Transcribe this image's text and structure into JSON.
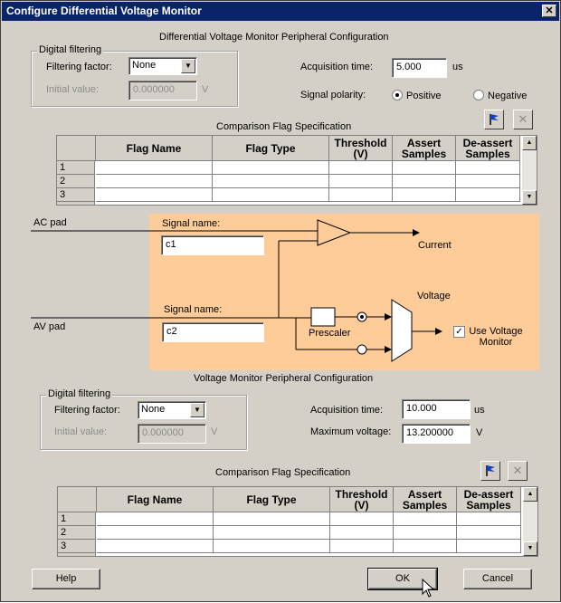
{
  "window": {
    "title": "Configure Differential Voltage Monitor",
    "close": "✕"
  },
  "dvm": {
    "heading": "Differential Voltage Monitor Peripheral Configuration",
    "digital_filtering": {
      "legend": "Digital filtering",
      "factor_label": "Filtering factor:",
      "factor_value": "None",
      "initial_label": "Initial value:",
      "initial_value": "0.000000",
      "initial_unit": "V"
    },
    "acq_label": "Acquisition  time:",
    "acq_value": "5.000",
    "acq_unit": "us",
    "polarity_label": "Signal polarity:",
    "polarity_positive": "Positive",
    "polarity_negative": "Negative",
    "flag_heading": "Comparison Flag Specification",
    "columns": [
      "Flag Name",
      "Flag Type",
      "Threshold (V)",
      "Assert Samples",
      "De-assert Samples"
    ],
    "rows": [
      "1",
      "2",
      "3"
    ]
  },
  "diagram": {
    "ac_pad": "AC pad",
    "av_pad": "AV pad",
    "signal_name_label_1": "Signal name:",
    "signal_name_value_1": "c1",
    "signal_name_label_2": "Signal name:",
    "signal_name_value_2": "c2",
    "current": "Current",
    "voltage": "Voltage",
    "prescaler": "Prescaler",
    "use_voltage_monitor": "Use Voltage Monitor",
    "use_voltage_monitor_checked": true
  },
  "vm": {
    "heading": "Voltage Monitor Peripheral Configuration",
    "digital_filtering": {
      "legend": "Digital filtering",
      "factor_label": "Filtering factor:",
      "factor_value": "None",
      "initial_label": "Initial value:",
      "initial_value": "0.000000",
      "initial_unit": "V"
    },
    "acq_label": "Acquisition  time:",
    "acq_value": "10.000",
    "acq_unit": "us",
    "maxv_label": "Maximum voltage:",
    "maxv_value": "13.200000",
    "maxv_unit": "V",
    "flag_heading": "Comparison Flag Specification",
    "columns": [
      "Flag Name",
      "Flag Type",
      "Threshold (V)",
      "Assert Samples",
      "De-assert Samples"
    ],
    "rows": [
      "1",
      "2",
      "3"
    ]
  },
  "buttons": {
    "help": "Help",
    "ok": "OK",
    "cancel": "Cancel"
  },
  "colors": {
    "title_bar": "#0a246a",
    "diagram_bg": "#fdcc99",
    "dialog_bg": "#d4d0c8"
  }
}
